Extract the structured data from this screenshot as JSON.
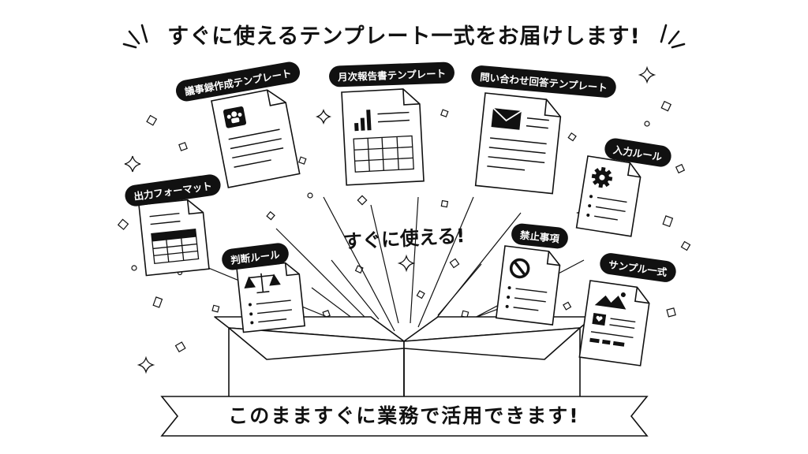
{
  "headline": "すぐに使えるテンプレート一式をお届けします!",
  "center_text": "すぐに使える!",
  "banner_text": "このまますぐに業務で活用できます!",
  "tags": {
    "minutes": "議事録作成テンプレート",
    "monthly": "月次報告書テンプレート",
    "inquiry": "問い合わせ回答テンプレート",
    "input_rules": "入力ルール",
    "output_format": "出力フォーマット",
    "judgment_rules": "判断ルール",
    "prohibited": "禁止事項",
    "samples": "サンプル一式"
  },
  "icons": {
    "minutes": "people-icon",
    "monthly": "bar-chart-icon",
    "inquiry": "envelope-icon",
    "input_rules": "gear-icon",
    "output_format": "table-icon",
    "judgment_rules": "scale-icon",
    "prohibited": "prohibited-icon",
    "samples": "image-icon"
  },
  "colors": {
    "ink": "#111111",
    "paper": "#ffffff"
  }
}
